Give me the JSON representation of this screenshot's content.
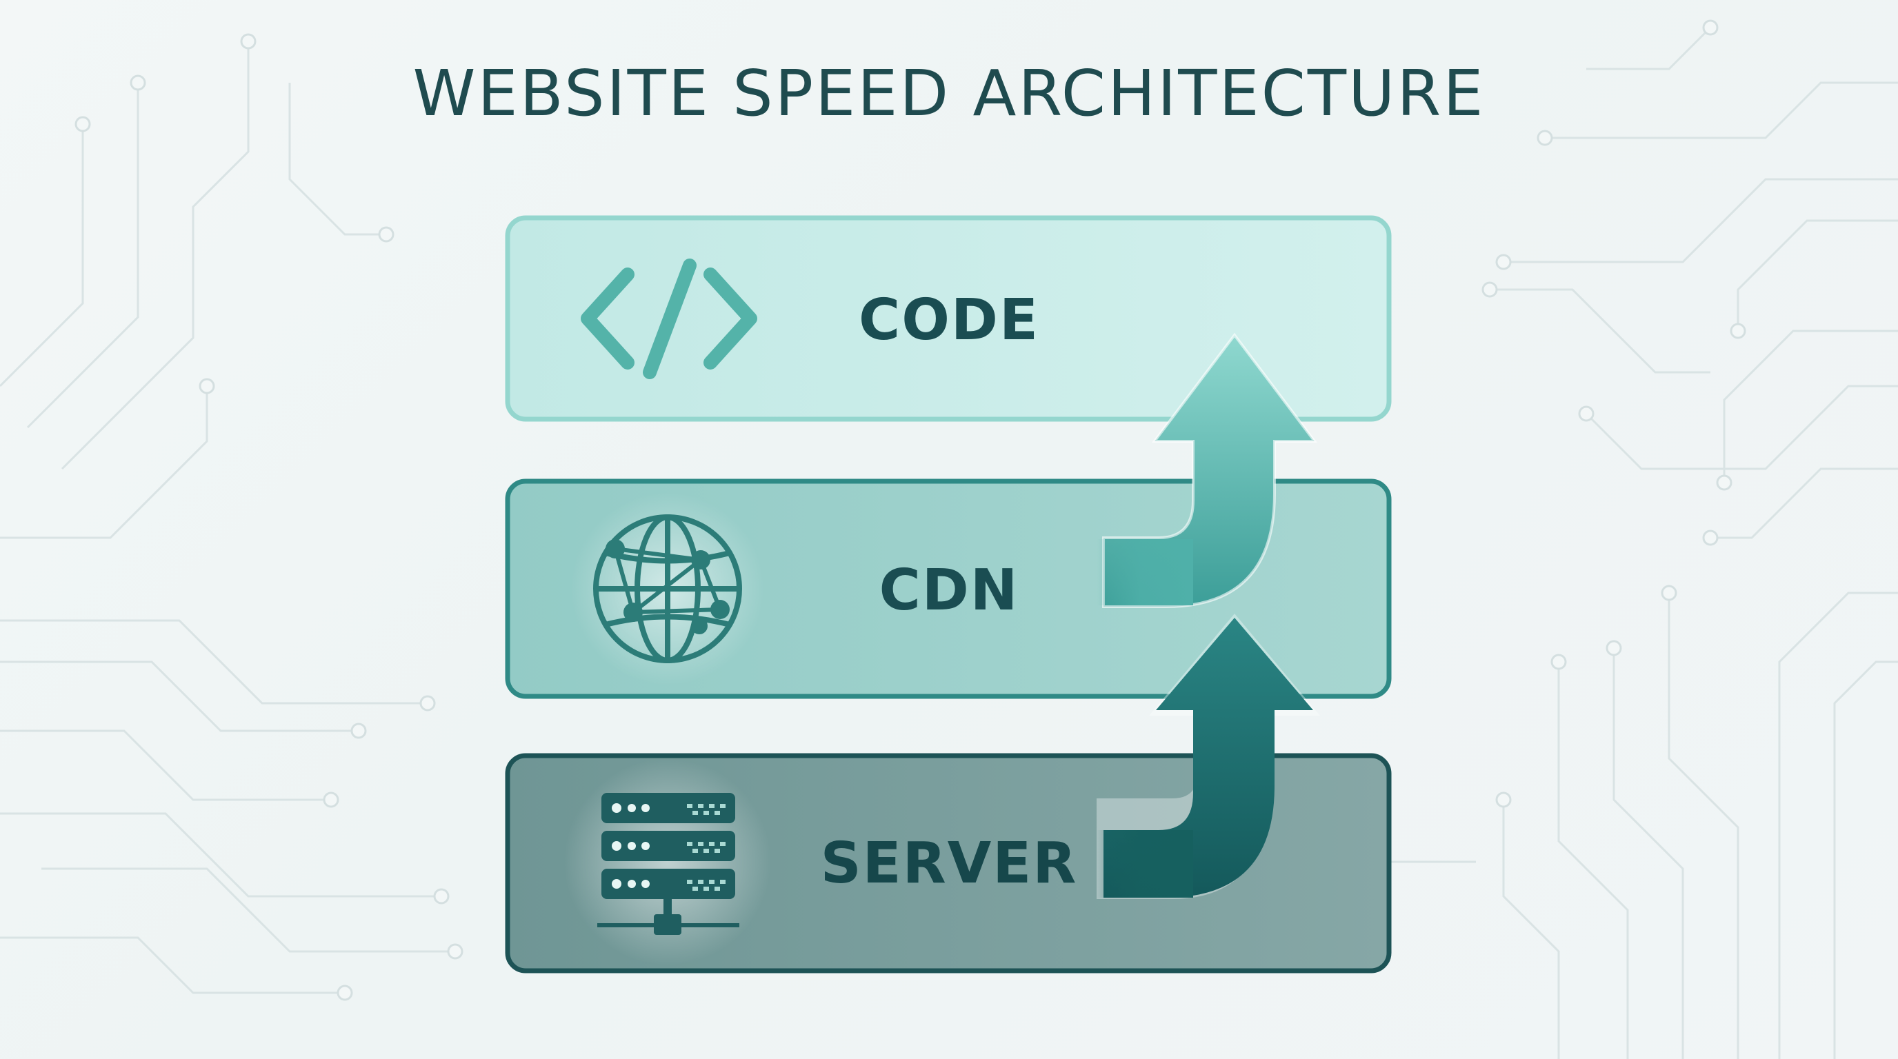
{
  "title": "WEBSITE SPEED ARCHITECTURE",
  "layers": [
    {
      "label": "CODE",
      "icon": "code-brackets-icon"
    },
    {
      "label": "CDN",
      "icon": "globe-network-icon"
    },
    {
      "label": "SERVER",
      "icon": "server-rack-icon"
    }
  ],
  "colors": {
    "title": "#1f4b4f",
    "label": "#1a4d52",
    "code_fill": "#c9ece9",
    "code_border": "#8fd4cc",
    "cdn_fill": "#9ed0cb",
    "cdn_border": "#2f8a86",
    "server_fill": "#7ea09f",
    "server_border": "#1e5457",
    "arrow_light": "#6cc2ba",
    "arrow_dark": "#1c6a6c"
  }
}
